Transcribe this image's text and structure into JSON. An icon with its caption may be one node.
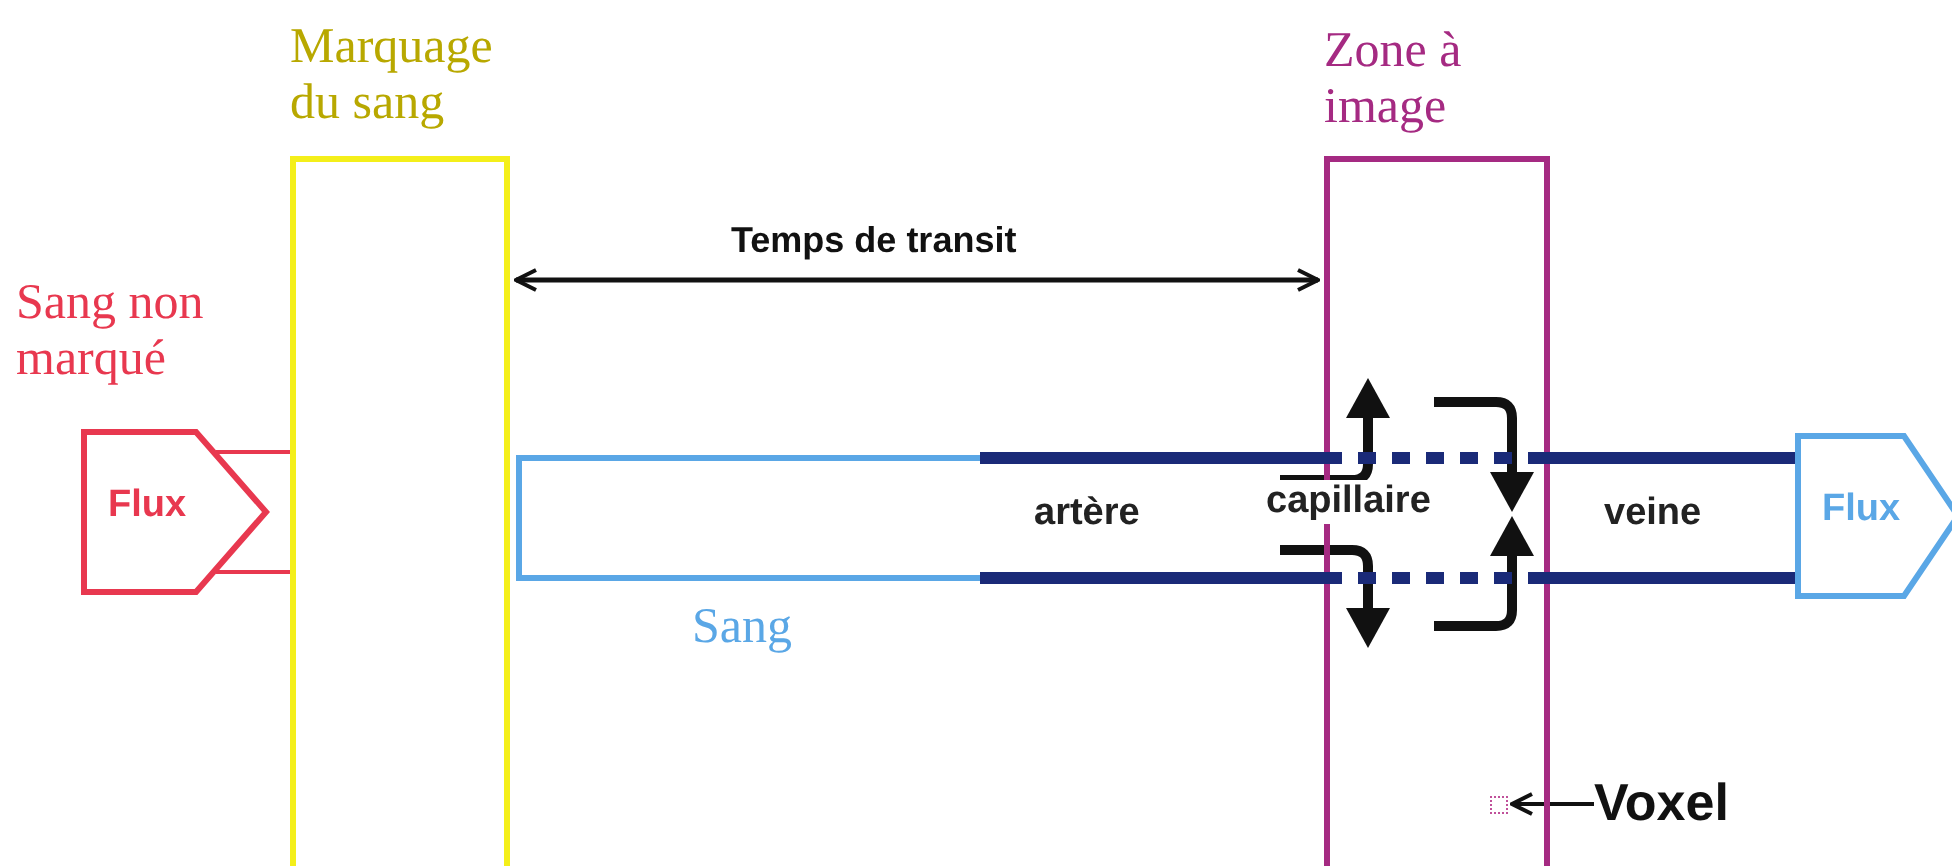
{
  "diagram": {
    "nodes": [
      {
        "text": [
          "Marquage du sang"
        ]
      },
      {
        "text": [
          "Zone à image"
        ]
      },
      {
        "text": [
          "Flux"
        ],
        "beside": [
          "Sang non marqué"
        ]
      },
      {
        "text": [
          "artère",
          "capillaire",
          "veine"
        ],
        "beside": [
          "Sang"
        ]
      },
      {
        "text": [
          "Flux"
        ]
      },
      {
        "text": [
          "Voxel"
        ]
      },
      {
        "text": [],
        "shape": "box",
        "in": 1
      }
    ],
    "edges": [
      {
        "from": 0,
        "to": 1,
        "arrow": "both",
        "label": "Temps de transit"
      },
      {
        "from": 2,
        "to": 0,
        "arrow": "none",
        "color": "#e8384f"
      },
      {
        "from": 5,
        "to": 6,
        "arrow": "to"
      }
    ]
  }
}
